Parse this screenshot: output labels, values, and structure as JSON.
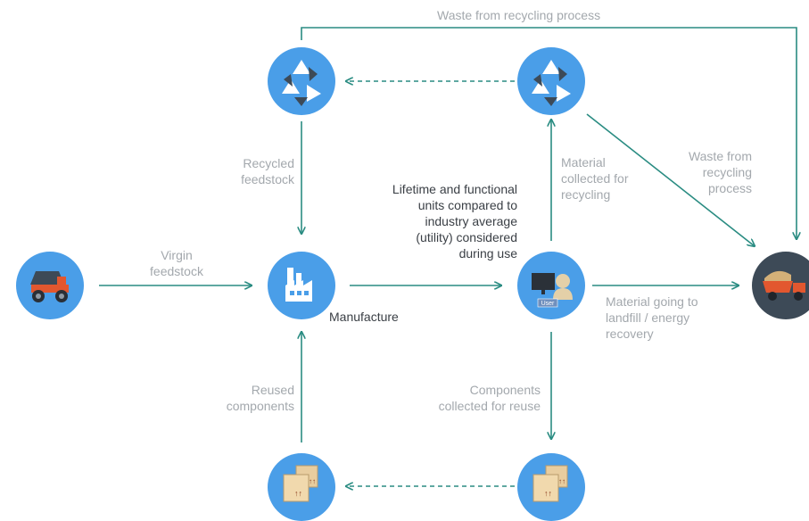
{
  "labels": {
    "waste_top": "Waste from recycling  process",
    "recycled_feedstock": [
      "Recycled",
      "feedstock"
    ],
    "lifetime": [
      "Lifetime and functional",
      "units compared to",
      "industry average",
      "(utility) considered",
      "during use"
    ],
    "material_collected": [
      "Material",
      "collected for",
      "recycling"
    ],
    "waste_diag": [
      "Waste from",
      "recycling",
      "process"
    ],
    "virgin_feedstock": [
      "Virgin",
      "feedstock"
    ],
    "manufacture": "Manufacture",
    "material_landfill": [
      "Material going to",
      "landfill / energy",
      "recovery"
    ],
    "reused_components": [
      "Reused",
      "components"
    ],
    "components_collected": [
      "Components",
      "collected for reuse"
    ],
    "user_badge": "User"
  },
  "icons": {
    "recycle_left": "recycle-icon",
    "recycle_right": "recycle-icon",
    "mining_truck": "mining-truck-icon",
    "factory": "factory-icon",
    "user_computer": "user-computer-icon",
    "dump_truck": "dump-truck-icon",
    "boxes_left": "boxes-icon",
    "boxes_right": "boxes-icon"
  },
  "colors": {
    "node_blue": "#4a9ee8",
    "node_dark": "#3d4a57",
    "line": "#2a8c82",
    "label_grey": "#a3a8ad",
    "label_dark": "#3a3f45",
    "truck_orange": "#e2572f"
  }
}
